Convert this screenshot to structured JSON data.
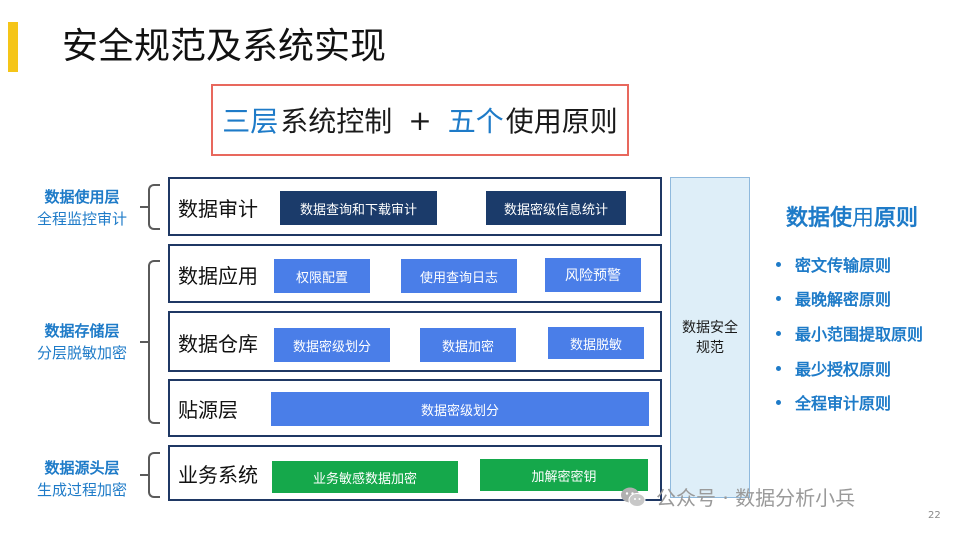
{
  "title": "安全规范及系统实现",
  "banner": {
    "part1_blue": "三层",
    "part1_rest": "系统控制",
    "plus": "+",
    "part2_blue": "五个",
    "part2_rest": "使用原则"
  },
  "left_groups": [
    {
      "title": "数据使用层",
      "subtitle": "全程监控审计"
    },
    {
      "title": "数据存储层",
      "subtitle": "分层脱敏加密"
    },
    {
      "title": "数据源头层",
      "subtitle": "生成过程加密"
    }
  ],
  "layers": {
    "audit": {
      "label": "数据审计",
      "buttons": [
        "数据查询和下载审计",
        "数据密级信息统计"
      ]
    },
    "application": {
      "label": "数据应用",
      "buttons": [
        "权限配置",
        "使用查询日志",
        "风险预警"
      ]
    },
    "warehouse": {
      "label": "数据仓库",
      "buttons": [
        "数据密级划分",
        "数据加密",
        "数据脱敏"
      ]
    },
    "source": {
      "label": "贴源层",
      "buttons": [
        "数据密级划分"
      ]
    },
    "business": {
      "label": "业务系统",
      "buttons": [
        "业务敏感数据加密",
        "加解密密钥"
      ]
    }
  },
  "side_panel": {
    "text": "数据安全规范"
  },
  "principles": {
    "title_bold": "数据使",
    "title_light": "用",
    "title_bold2": "原则",
    "items": [
      "密文传输原则",
      "最晚解密原则",
      "最小范围提取原则",
      "最少授权原则",
      "全程审计原则"
    ]
  },
  "watermark": {
    "text": "公众号 · 数据分析小兵",
    "icon": "wechat-icon"
  },
  "page_number": "22",
  "colors": {
    "accent_blue": "#1e7bc8",
    "dark_button": "#1b3b6a",
    "blue_button": "#4a7ee8",
    "green_button": "#15a84b",
    "title_bar": "#f5c518",
    "banner_border": "#e8685d"
  }
}
